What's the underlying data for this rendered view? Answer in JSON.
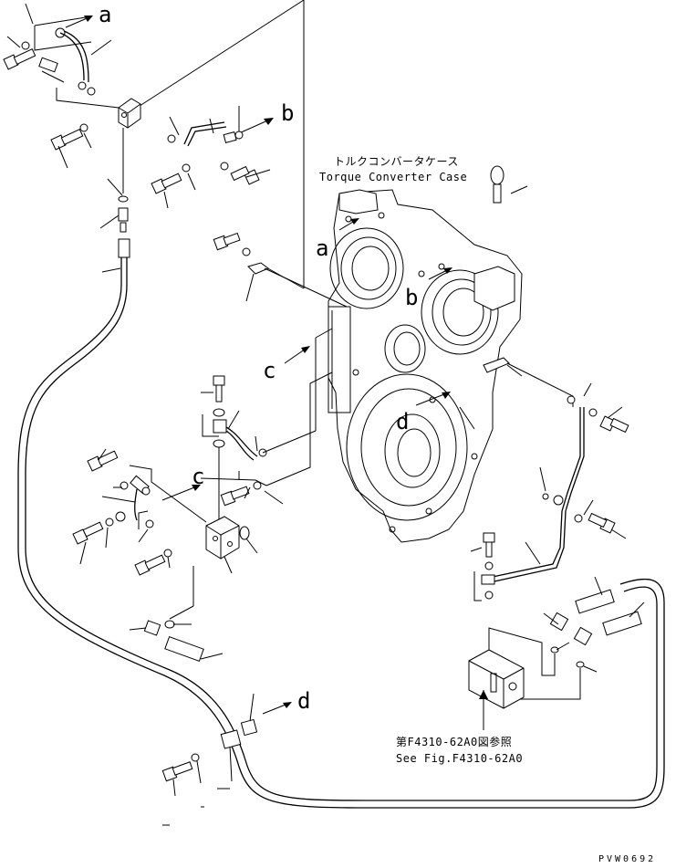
{
  "diagram": {
    "refs": {
      "a": "a",
      "b": "b",
      "c": "c",
      "d": "d"
    },
    "case_label_jp": "トルクコンバータケース",
    "case_label_en": "Torque Converter Case",
    "see_fig_jp": "第F4310-62A0図参照",
    "see_fig_en": "See Fig.F4310-62A0",
    "drawing_code": "PVW0692"
  }
}
